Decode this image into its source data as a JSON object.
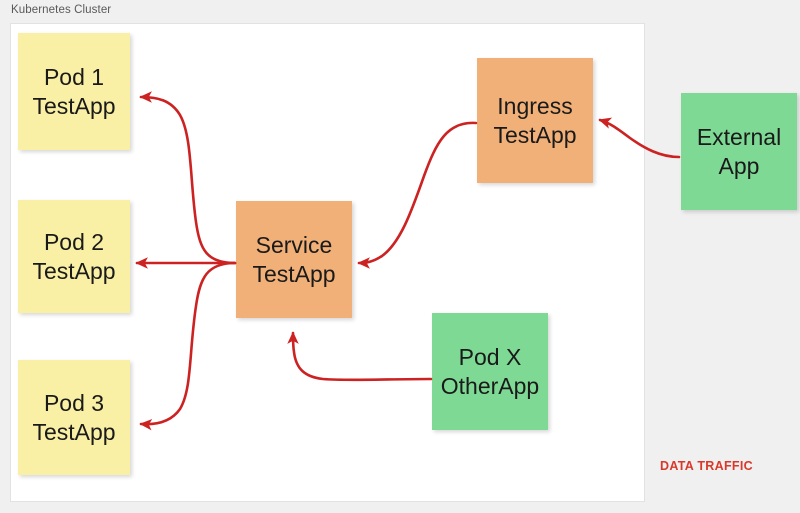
{
  "diagram": {
    "title": "Kubernetes Cluster",
    "legend": {
      "data_traffic_label": "DATA TRAFFIC",
      "traffic_color": "#d8392b"
    },
    "palette": {
      "pod_yellow": "#faf0a5",
      "service_orange": "#f2b079",
      "ingress_orange": "#f2b079",
      "external_green": "#7ed994",
      "canvas_white": "#ffffff",
      "page_gray": "#f0f0f0",
      "arrow_red": "#cc2222",
      "title_gray": "#595959"
    },
    "nodes": [
      {
        "id": "pod1",
        "line1": "Pod 1",
        "line2": "TestApp",
        "kind": "pod",
        "inside_cluster": true
      },
      {
        "id": "pod2",
        "line1": "Pod 2",
        "line2": "TestApp",
        "kind": "pod",
        "inside_cluster": true
      },
      {
        "id": "pod3",
        "line1": "Pod 3",
        "line2": "TestApp",
        "kind": "pod",
        "inside_cluster": true
      },
      {
        "id": "service",
        "line1": "Service",
        "line2": "TestApp",
        "kind": "service",
        "inside_cluster": true
      },
      {
        "id": "ingress",
        "line1": "Ingress",
        "line2": "TestApp",
        "kind": "ingress",
        "inside_cluster": true
      },
      {
        "id": "podx",
        "line1": "Pod X",
        "line2": "OtherApp",
        "kind": "pod-other",
        "inside_cluster": true
      },
      {
        "id": "external",
        "line1": "External",
        "line2": "App",
        "kind": "external",
        "inside_cluster": false
      }
    ],
    "edges": [
      {
        "from": "external",
        "to": "ingress",
        "style": "curved-arrow"
      },
      {
        "from": "ingress",
        "to": "service",
        "style": "curved-arrow"
      },
      {
        "from": "service",
        "to": "pod1",
        "style": "curved-arrow"
      },
      {
        "from": "service",
        "to": "pod2",
        "style": "straight-arrow"
      },
      {
        "from": "service",
        "to": "pod3",
        "style": "curved-arrow"
      },
      {
        "from": "podx",
        "to": "service",
        "style": "curved-arrow"
      }
    ]
  }
}
